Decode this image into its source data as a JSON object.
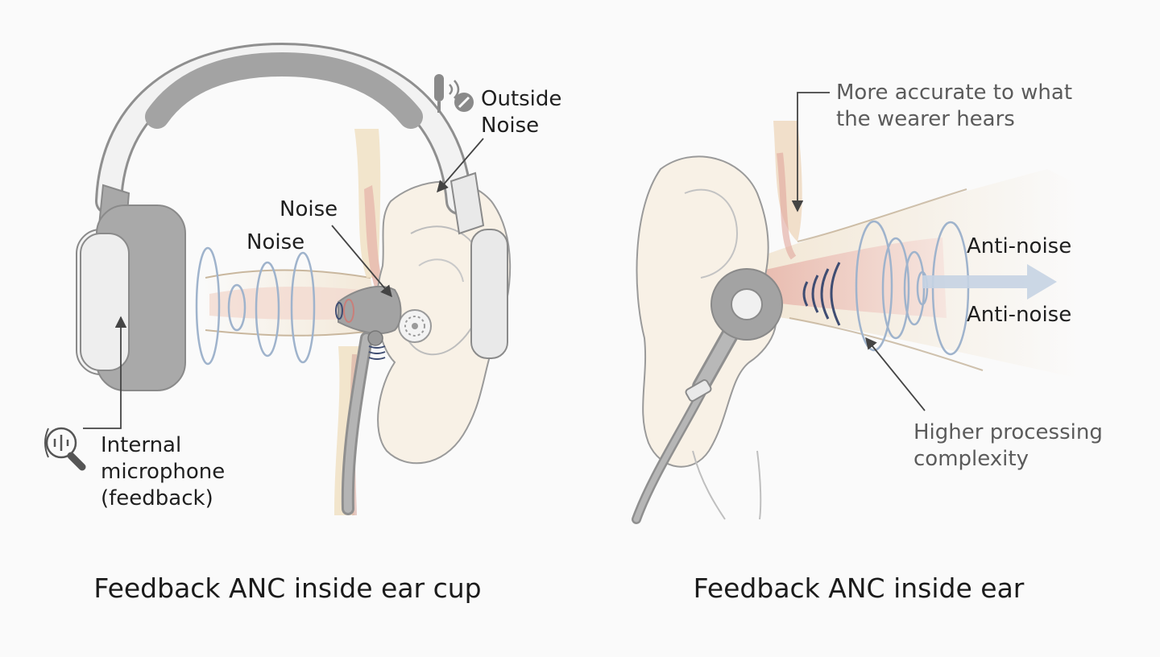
{
  "left_panel": {
    "caption": "Feedback ANC inside ear cup",
    "labels": {
      "outside_noise_line1": "Outside",
      "outside_noise_line2": "Noise",
      "noise_upper": "Noise",
      "noise_lower": "Noise",
      "mic_line1": "Internal",
      "mic_line2": "microphone",
      "mic_line3": "(feedback)"
    }
  },
  "right_panel": {
    "caption": "Feedback ANC inside ear",
    "labels": {
      "accuracy_line1": "More accurate to what",
      "accuracy_line2": "the wearer hears",
      "anti_noise_upper": "Anti-noise",
      "anti_noise_lower": "Anti-noise",
      "complexity_line1": "Higher processing",
      "complexity_line2": "complexity"
    }
  },
  "colors": {
    "outline": "#8a8a8a",
    "cushion": "#9b9b9b",
    "skin": "#f6ede0",
    "tissue": "#ead8bf",
    "canal": "#e8b9ae",
    "wave": "#9fb3cc",
    "wave_dark": "#3f4d72",
    "arrow": "#c5d3e3"
  }
}
